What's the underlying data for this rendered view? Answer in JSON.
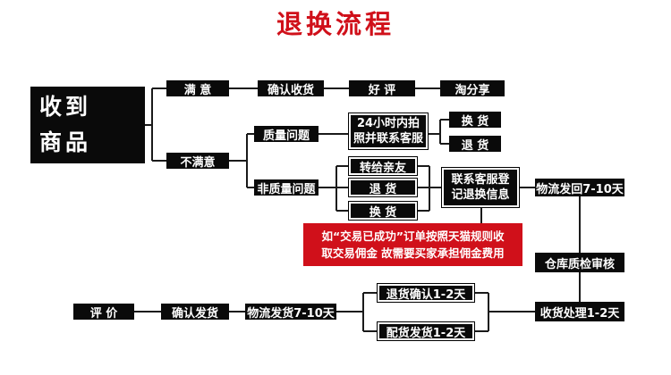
{
  "title": "退换流程",
  "start": {
    "line1": "收到",
    "line2": "商品"
  },
  "nodes": {
    "satisfied": "满 意",
    "unsatisfied": "不满意",
    "confirm_receipt": "确认收货",
    "good_review": "好 评",
    "taobao_share": "淘分享",
    "quality_issue": "质量问题",
    "photo_24h_line1": "24小时内拍",
    "photo_24h_line2": "照并联系客服",
    "exchange_a": "换 货",
    "refund_a": "退 货",
    "non_quality_issue": "非质量问题",
    "gift_friend": "转给亲友",
    "refund_b": "退 货",
    "exchange_b": "换 货",
    "register_line1": "联系客服登",
    "register_line2": "记退换信息",
    "logistics_return": "物流发回7-10天",
    "warehouse_check": "仓库质检审核",
    "receive_process": "收货处理1-2天",
    "refund_confirm": "退货确认1-2天",
    "ship_exchange": "配货发货1-2天",
    "logistics_ship": "物流发货7-10天",
    "confirm_ship": "确认发货",
    "review": "评 价"
  },
  "notice": {
    "line1": "如“交易已成功”订单按照天猫规则收",
    "line2": "取交易佣金 故需要买家承担佣金费用"
  },
  "colors": {
    "accent": "#d0101a",
    "node": "#0a0a0a",
    "line": "#1a1a1a"
  }
}
